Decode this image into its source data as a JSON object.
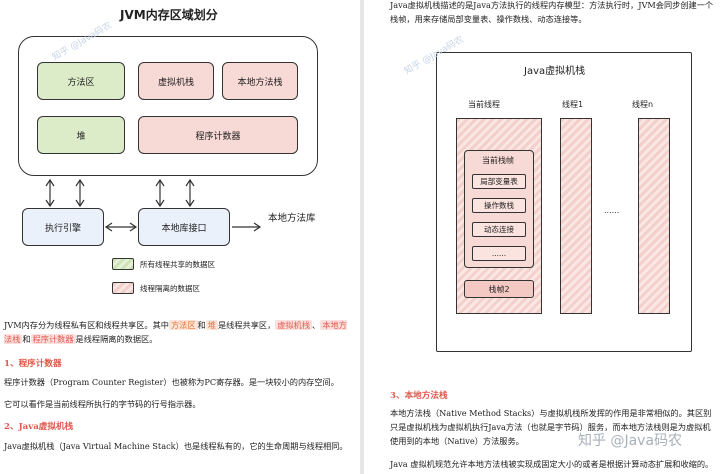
{
  "left": {
    "diagram": {
      "title": "JVM内存区域划分",
      "boxes": {
        "method_area": "方法区",
        "vm_stack": "虚拟机栈",
        "native_stack": "本地方法栈",
        "heap": "堆",
        "pc": "程序计数器",
        "exec_engine": "执行引擎",
        "native_interface": "本地库接口",
        "native_lib": "本地方法库"
      },
      "legend": {
        "shared": "所有线程共享的数据区",
        "private": "线程隔离的数据区"
      },
      "watermark": "知乎 @Java码农"
    },
    "para1": {
      "p1": "JVM内存分为线程私有区和线程共享区。其中",
      "method_area": "方法区",
      "and1": "和",
      "heap": "堆",
      "p2": "是线程共享区，",
      "vm_stack": "虚拟机栈",
      "sep": "、",
      "native_stack": "本地方法栈",
      "and2": "和",
      "pc": "程序计数器",
      "p3": "是线程隔离的数据区。"
    },
    "sec1_title": "1、程序计数器",
    "sec1_p1": "程序计数器（Program Counter Register）也被称为PC寄存器。是一块较小的内存空间。",
    "sec1_p2": "它可以看作是当前线程所执行的字节码的行号指示器。",
    "sec2_title": "2、Java虚拟机栈",
    "sec2_p1": "Java虚拟机栈（Java Virtual Machine Stack）也是线程私有的，它的生命周期与线程相同。"
  },
  "right": {
    "intro": "Java虚拟机栈描述的是Java方法执行的线程内存模型：方法执行时，JVM会同步创建一个栈帧，用来存储局部变量表、操作数栈、动态连接等。",
    "diagram": {
      "title": "Java虚拟机栈",
      "col_current": "当前线程",
      "col_t1": "线程1",
      "col_tn": "线程n",
      "frame_current": "当前栈帧",
      "locals": "局部变量表",
      "operand": "操作数栈",
      "dynlink": "动态连接",
      "dots_small": "......",
      "frame2": "栈帧2",
      "dots_mid": "......",
      "watermark": "知乎 @Java码农"
    },
    "sec3_title": "3、本地方法栈",
    "sec3_p1": "本地方法栈（Native Method Stacks）与虚拟机栈所发挥的作用是非常相似的。其区别只是虚拟机栈为虚拟机执行Java方法（也就是字节码）服务，而本地方法栈则是为虚拟机使用到的本地（Native）方法服务。",
    "sec3_p2": "Java 虚拟机规范允许本地方法栈被实现成固定大小的或者是根据计算动态扩展和收缩的。",
    "site_watermark": "知乎 @Java码农"
  },
  "colors": {
    "heading": "#e05a4f",
    "green": "#dcecc9",
    "pink": "#f7d9d6"
  }
}
